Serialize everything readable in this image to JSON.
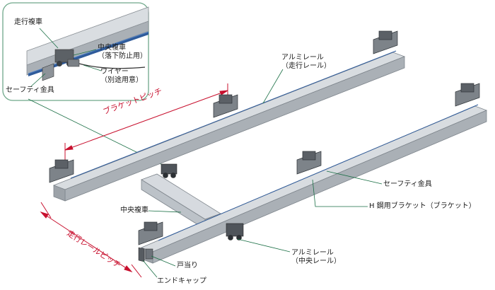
{
  "callouts": {
    "aluminum_rail_running": [
      "アルミレール",
      "（走行レール）"
    ],
    "safety_fitting": "セーフティ金具",
    "h_steel_bracket": "H 鋼用ブラケット（ブラケット）",
    "aluminum_rail_center": [
      "アルミレール",
      "（中央レール）"
    ],
    "center_trolley": "中央複車",
    "door_stop": "戸当り",
    "end_cap": "エンドキャップ"
  },
  "inset": {
    "running_trolley": "走行複車",
    "center_trolley": [
      "中央複車",
      "（落下防止用）"
    ],
    "wire": [
      "ワイヤー",
      "（別途用意）"
    ],
    "safety_fitting": "セーフティ金具"
  },
  "dimensions": {
    "bracket_pitch": "ブラケットピッチ",
    "rail_pitch": "走行レールピッチ"
  },
  "colors": {
    "pitch_red": "#c8102e",
    "inset_border": "#6fa88a",
    "rail_face": "#d4d8dc",
    "rail_shade": "#9aa0a6",
    "rail_edge": "#7e858c"
  }
}
